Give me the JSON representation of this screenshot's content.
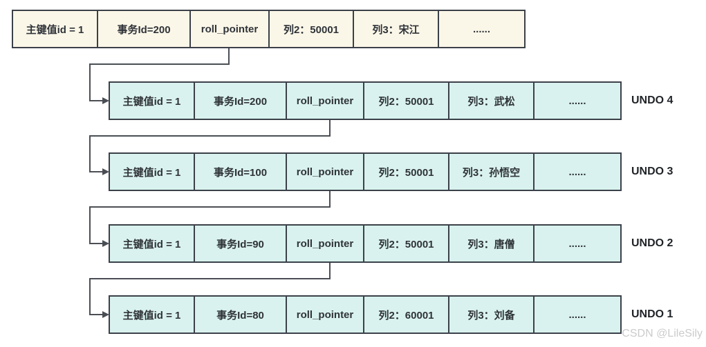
{
  "diagram": {
    "title": "undo-log-version-chain",
    "current_row": {
      "cells": [
        "主键值id = 1",
        "事务Id=200",
        "roll_pointer",
        "列2：50001",
        "列3：宋江",
        "......"
      ]
    },
    "undo_rows": [
      {
        "label": "UNDO 4",
        "cells": [
          "主键值id = 1",
          "事务Id=200",
          "roll_pointer",
          "列2：50001",
          "列3：武松",
          "......"
        ]
      },
      {
        "label": "UNDO 3",
        "cells": [
          "主键值id = 1",
          "事务Id=100",
          "roll_pointer",
          "列2：50001",
          "列3：孙悟空",
          "......"
        ]
      },
      {
        "label": "UNDO 2",
        "cells": [
          "主键值id = 1",
          "事务Id=90",
          "roll_pointer",
          "列2：50001",
          "列3：唐僧",
          "......"
        ]
      },
      {
        "label": "UNDO 1",
        "cells": [
          "主键值id = 1",
          "事务Id=80",
          "roll_pointer",
          "列2：60001",
          "列3：刘备",
          "......"
        ]
      }
    ],
    "watermark": "CSDN @LileSily",
    "colors": {
      "current_row_fill": "#fbf7e8",
      "undo_row_fill": "#d9f2ef",
      "box_border": "#3b4048",
      "connector_line": "#4a4e54",
      "watermark_text": "#cbcbcb"
    }
  }
}
